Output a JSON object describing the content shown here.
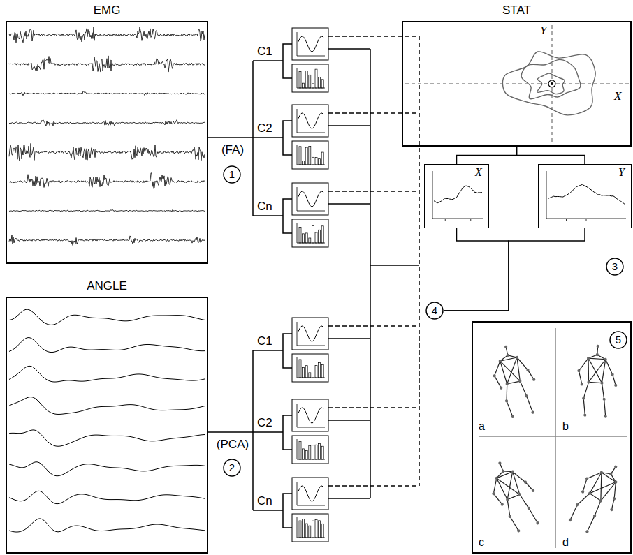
{
  "diagram": {
    "nodes": [
      {
        "text": [
          "EMG"
        ]
      },
      {
        "text": [
          "1"
        ]
      },
      {
        "text": [
          "ANGLE"
        ]
      },
      {
        "text": [
          "2"
        ]
      },
      {
        "text": [
          "STAT",
          "Y",
          "X"
        ]
      },
      {
        "text": [
          "X"
        ]
      },
      {
        "text": [
          "Y"
        ]
      },
      {
        "text": [
          "3"
        ]
      },
      {
        "text": [
          "4"
        ]
      },
      {
        "text": [
          "a",
          "b",
          "c",
          "d"
        ]
      },
      {
        "text": [
          "5"
        ],
        "in": 9
      }
    ],
    "edges": [
      {
        "from": 4,
        "to": 5,
        "arrow": "none"
      },
      {
        "from": 4,
        "to": 6,
        "arrow": "none"
      },
      {
        "from": 5,
        "to": 8,
        "arrow": "none"
      },
      {
        "from": 6,
        "to": 8,
        "arrow": "none"
      }
    ],
    "labels": [
      "(FA)",
      "C1",
      "C2",
      "Cn",
      "(PCA)",
      "C1",
      "C2",
      "Cn"
    ]
  }
}
